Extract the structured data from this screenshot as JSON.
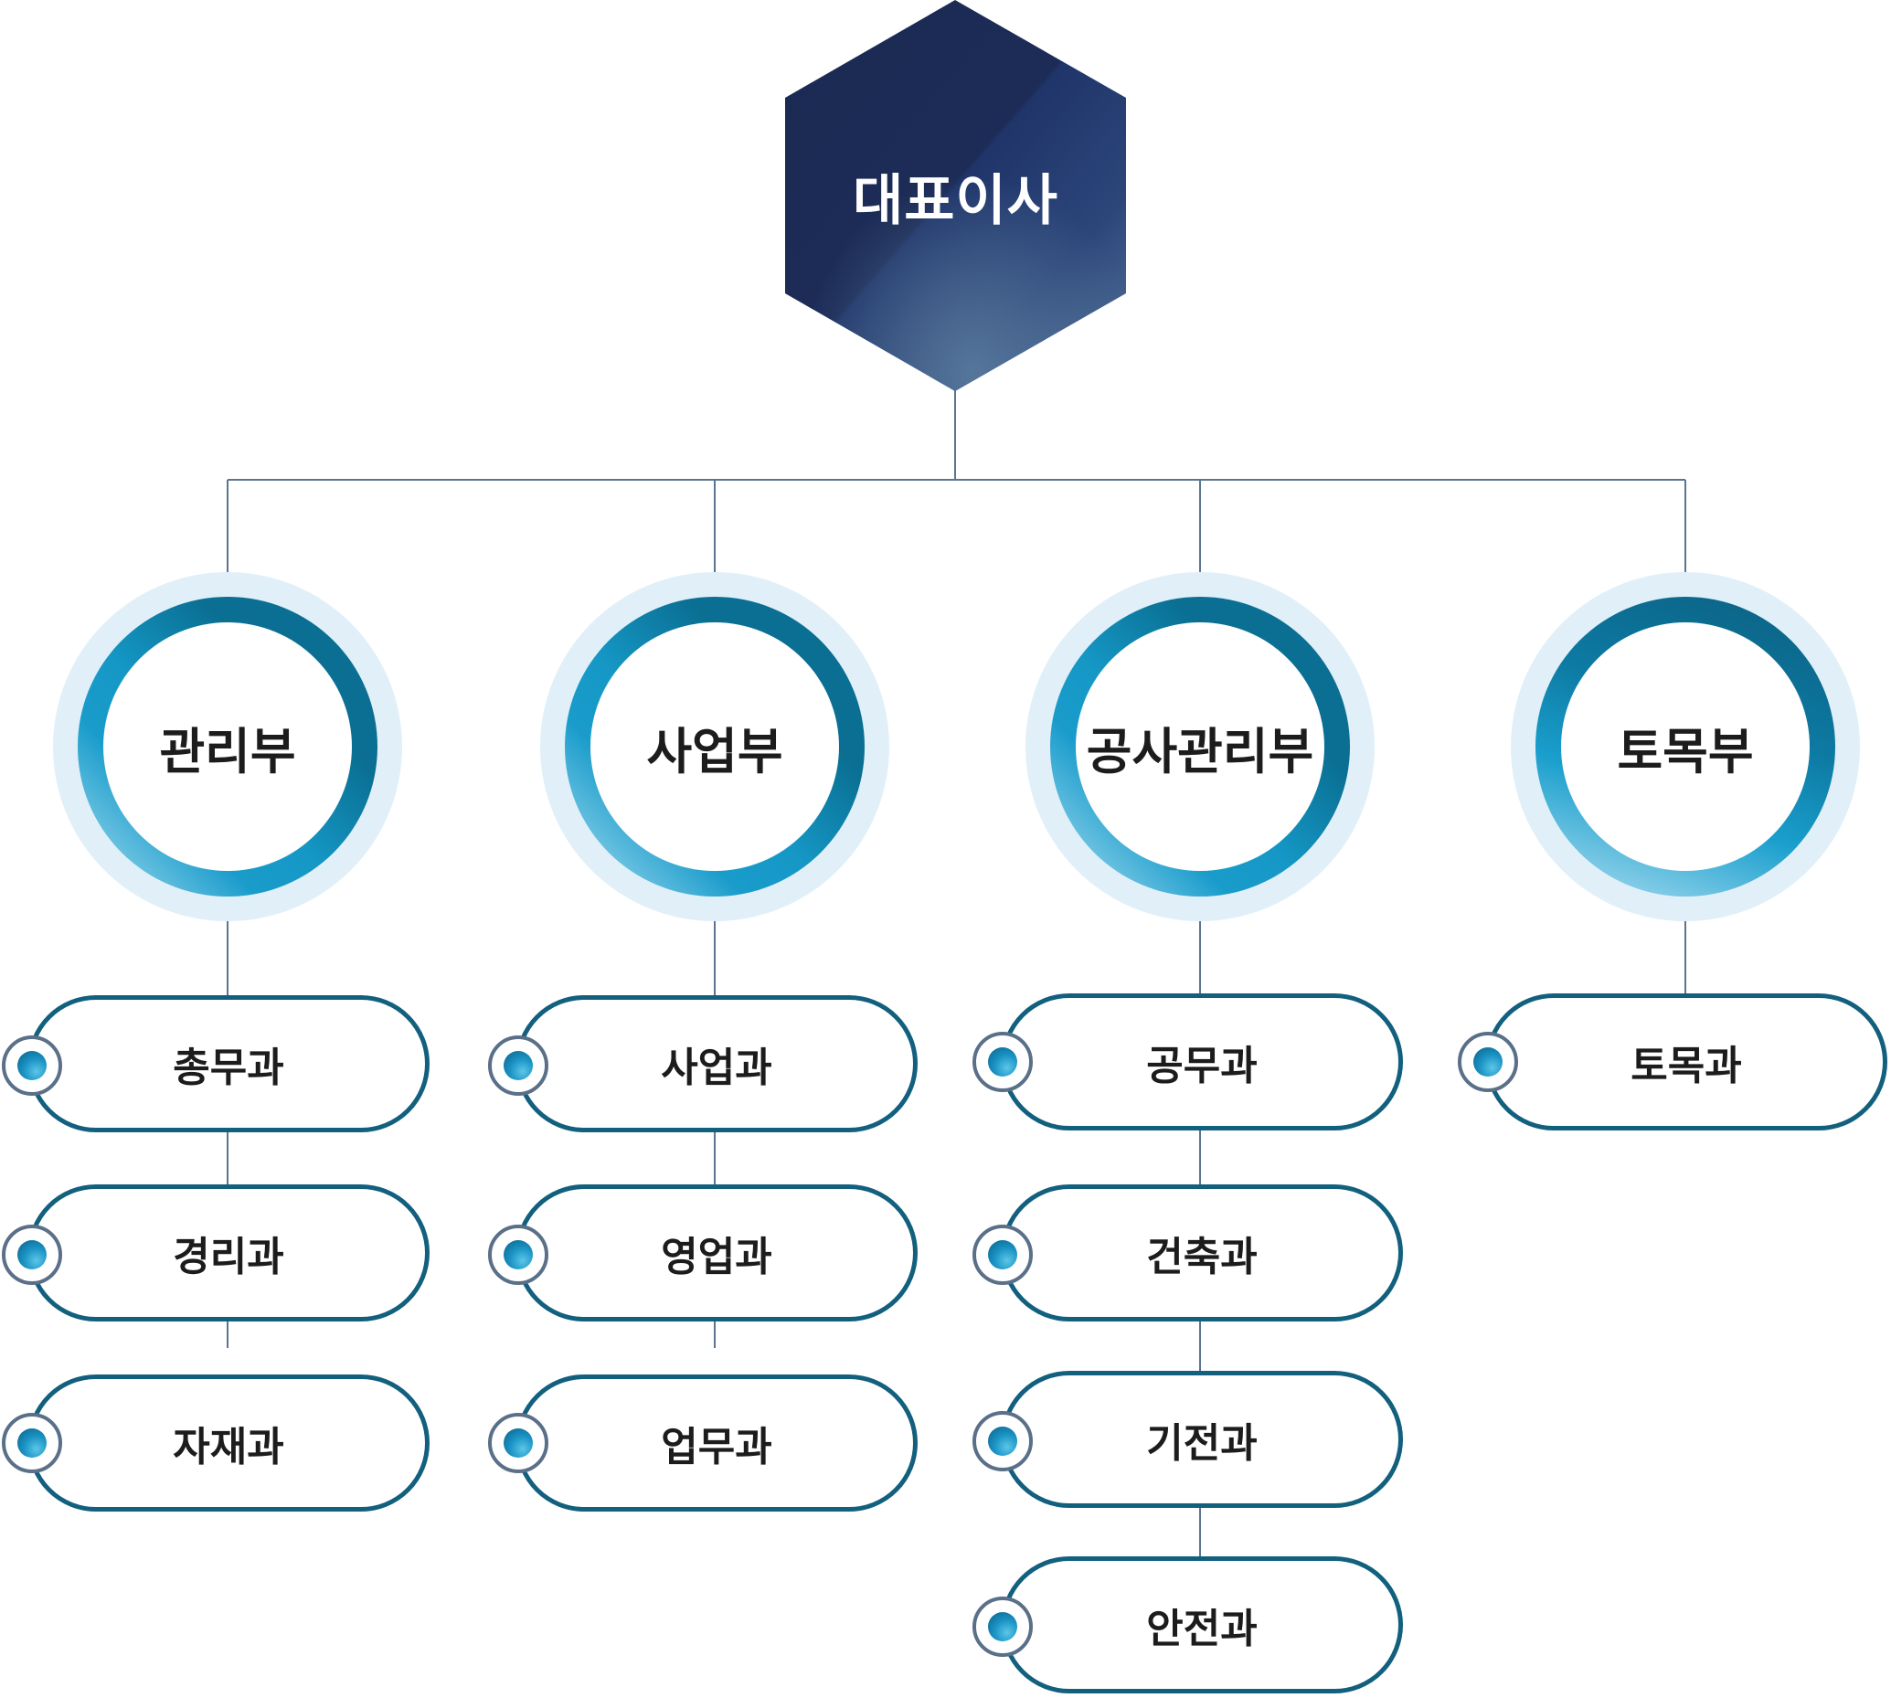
{
  "ceo": {
    "label": "대표이사"
  },
  "departments": [
    {
      "label": "관리부",
      "teams": [
        "총무과",
        "경리과",
        "자재과"
      ]
    },
    {
      "label": "사업부",
      "teams": [
        "사업과",
        "영업과",
        "업무과"
      ]
    },
    {
      "label": "공사관리부",
      "teams": [
        "공무과",
        "건축과",
        "기전과",
        "안전과"
      ]
    },
    {
      "label": "토목부",
      "teams": [
        "토목과"
      ]
    }
  ],
  "colors": {
    "hexagon_dark": "#1b2a52",
    "hexagon_mid": "#21376c",
    "hexagon_light": "#4a6a93",
    "ring_dark": "#0a6f93",
    "ring_light": "#7fcbe6",
    "halo": "#e1f0f8",
    "team_border": "#12607e",
    "connector": "#5b7590",
    "knob_border": "#5a6f88"
  }
}
